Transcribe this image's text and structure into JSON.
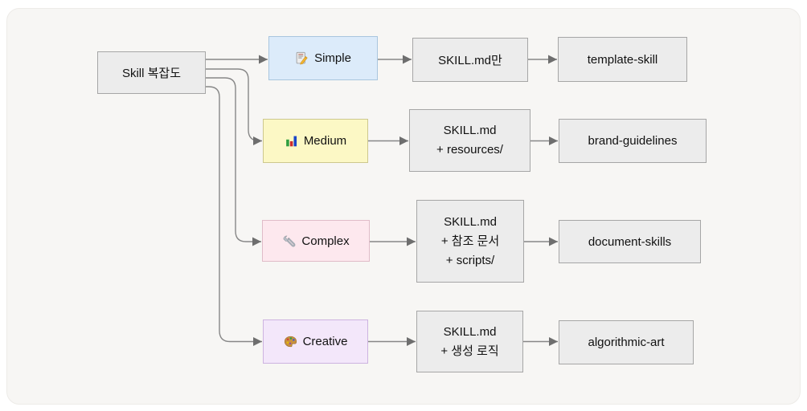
{
  "diagram": {
    "root": {
      "label": "Skill 복잡도"
    },
    "rows": [
      {
        "category": {
          "label": "Simple",
          "icon": "memo-icon",
          "bg": "#dcebfa",
          "border": "#a9c6de"
        },
        "structure": {
          "lines": [
            "SKILL.md만"
          ]
        },
        "example": {
          "label": "template-skill"
        }
      },
      {
        "category": {
          "label": "Medium",
          "icon": "bar-chart-icon",
          "bg": "#fcf8c5",
          "border": "#cdc88e"
        },
        "structure": {
          "lines": [
            "SKILL.md",
            "+ resources/"
          ]
        },
        "example": {
          "label": "brand-guidelines"
        }
      },
      {
        "category": {
          "label": "Complex",
          "icon": "wrench-icon",
          "bg": "#fde8ee",
          "border": "#e0bcc8"
        },
        "structure": {
          "lines": [
            "SKILL.md",
            "+ 참조 문서",
            "+ scripts/"
          ]
        },
        "example": {
          "label": "document-skills"
        }
      },
      {
        "category": {
          "label": "Creative",
          "icon": "palette-icon",
          "bg": "#f3e7fa",
          "border": "#cdb3e0"
        },
        "structure": {
          "lines": [
            "SKILL.md",
            "+ 생성 로직"
          ]
        },
        "example": {
          "label": "algorithmic-art"
        }
      }
    ],
    "edges": [
      {
        "from": "skill-root",
        "to": "simple"
      },
      {
        "from": "skill-root",
        "to": "medium"
      },
      {
        "from": "skill-root",
        "to": "complex"
      },
      {
        "from": "skill-root",
        "to": "creative"
      },
      {
        "from": "simple",
        "to": "skill-md-only"
      },
      {
        "from": "skill-md-only",
        "to": "template-skill"
      },
      {
        "from": "medium",
        "to": "skill-md-resources"
      },
      {
        "from": "skill-md-resources",
        "to": "brand-guidelines"
      },
      {
        "from": "complex",
        "to": "skill-md-refdocs-scripts"
      },
      {
        "from": "skill-md-refdocs-scripts",
        "to": "document-skills"
      },
      {
        "from": "creative",
        "to": "skill-md-genlogic"
      },
      {
        "from": "skill-md-genlogic",
        "to": "algorithmic-art"
      }
    ],
    "colors": {
      "panel_bg": "#f7f6f4",
      "node_bg": "#ececec",
      "node_border": "#a6a6a6",
      "edge": "#878787"
    }
  }
}
